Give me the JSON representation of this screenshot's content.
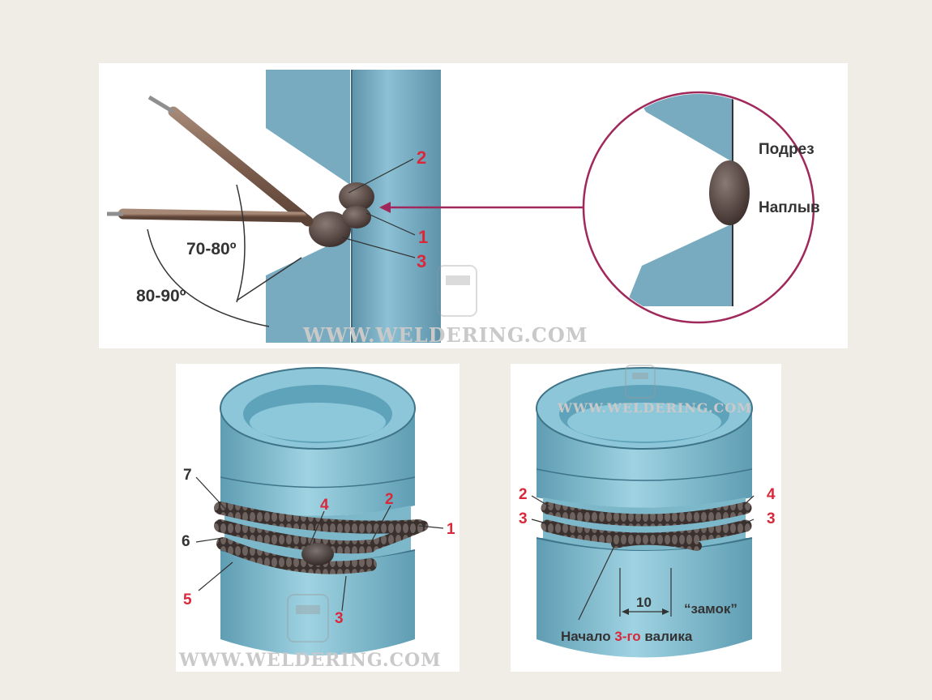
{
  "top": {
    "angle1": "70-80º",
    "angle2": "80-90º",
    "num_2": "2",
    "num_1": "1",
    "num_3": "3",
    "undercut": "Подрез",
    "overlap": "Наплыв",
    "watermark": "WWW.WELDERING.COM"
  },
  "bottom_left": {
    "labels": [
      "7",
      "6",
      "5",
      "4",
      "2",
      "1",
      "3"
    ],
    "watermark": "WWW.WELDERING.COM"
  },
  "bottom_right": {
    "labels": [
      "2",
      "3",
      "4",
      "3"
    ],
    "dim": "10",
    "lock": "“замок”",
    "start_a": "Начало ",
    "start_b": "3-го",
    "start_c": " валика",
    "watermark": "WWW.WELDERING.COM"
  },
  "colors": {
    "steel_blue": "#78aac0",
    "rod": "#8a6a58",
    "weld": "#4a3a36",
    "label_red": "#d9283a",
    "magnifier_ring": "#a0285a"
  }
}
